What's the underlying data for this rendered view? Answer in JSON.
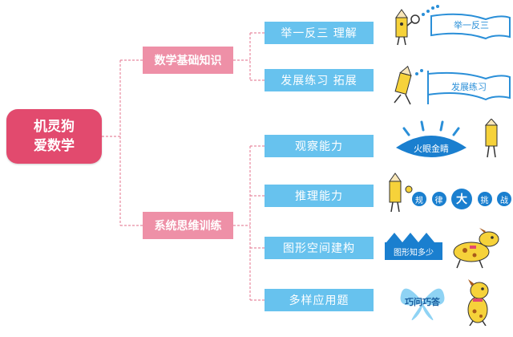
{
  "root": {
    "line1": "机灵狗",
    "line2": "爱数学"
  },
  "branches": [
    {
      "label": "数学基础知识",
      "items": [
        {
          "label": "举一反三  理解",
          "deco_text": "举一反三"
        },
        {
          "label": "发展练习  拓展",
          "deco_text": "发展练习"
        }
      ]
    },
    {
      "label": "系统思维训练",
      "items": [
        {
          "label": "观察能力",
          "deco_text": "火眼金睛"
        },
        {
          "label": "推理能力",
          "deco_chars": [
            "规",
            "律",
            "大",
            "挑",
            "战"
          ]
        },
        {
          "label": "图形空间建构",
          "deco_text": "图形知多少"
        },
        {
          "label": "多样应用题",
          "deco_text": "巧问巧答"
        }
      ]
    }
  ],
  "colors": {
    "root": "#e24a6e",
    "branch": "#ee90a7",
    "leaf": "#67c2ee",
    "connector": "#e88aa0",
    "deco_blue": "#2a8fd8",
    "pencil_yellow": "#f6d23a"
  }
}
